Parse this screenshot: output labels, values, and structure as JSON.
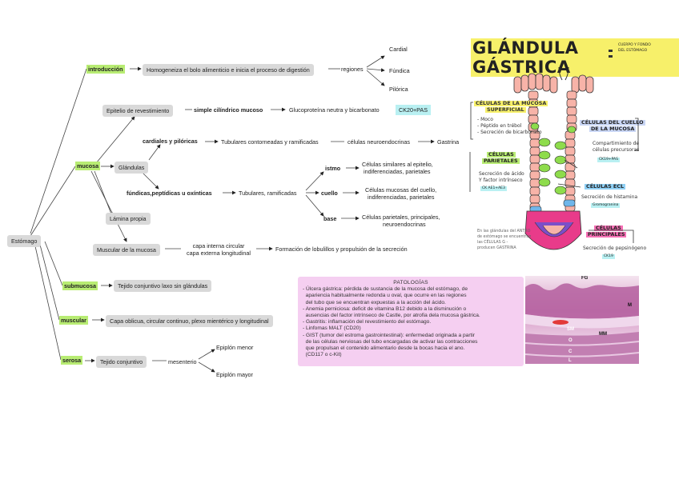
{
  "map": {
    "root": "Estómago",
    "introduccion": {
      "label": "introducción",
      "desc": "Homogeneiza el bolo alimenticio e inicia el proceso de digestión",
      "link": "regiones",
      "regions": [
        "Cardial",
        "Fúndica",
        "Pilórica"
      ]
    },
    "mucosa": {
      "label": "mucosa",
      "epitelio": "Epitelio de revestimiento",
      "epitelio_type": "simple cilíndrico mucoso",
      "glyco": "Glucoproteína neutra y bicarbonato",
      "ck_badge": "CK20+PAS",
      "glandulas": "Glándulas",
      "cardiales": "cardiales y pilóricas",
      "tubulares_contorneadas": "Tubulares contorneadas y ramificadas",
      "celulas_neuro": "células neuroendocrinas",
      "gastrina": "Gastrina",
      "fundicas": "fúndicas,peptídicas u oxínticas",
      "tubulares_ramificadas": "Tubulares, ramificadas",
      "istmo": "istmo",
      "istmo_desc": [
        "Células similares al epitelio,",
        "indiferenciadas, parietales"
      ],
      "cuello": "cuello",
      "cuello_desc": [
        "Células mucosas del cuello,",
        "indiferenciadas, parietales"
      ],
      "base": "base",
      "base_desc": [
        "Células parietales, principales,",
        "neuroendocrinas"
      ],
      "lamina": "Lámina propia",
      "muscular_mucosa": "Muscular de la mucosa",
      "capas": [
        "capa interna circular",
        "capa externa longitudinal"
      ],
      "lobulillos": "Formación de lobulillos y propulsión de la secreción"
    },
    "submucosa": {
      "label": "submucosa",
      "desc": "Tejido conjuntivo laxo sin glándulas"
    },
    "muscular": {
      "label": "muscular",
      "desc": "Capa oblicua, circular continuo, plexo mientérico y longitudinal"
    },
    "serosa": {
      "label": "serosa",
      "desc": "Tejido conjuntivo",
      "link": "mesenterio",
      "epiplones": [
        "Epiplón menor",
        "Epiplón mayor"
      ]
    }
  },
  "patologias": {
    "title": "PATOLOGÍAS",
    "lines": [
      "- Úlcera gástrica: pérdida de sustancia de la mucosa del estómago, de",
      "  apariencia habitualmente redonda u oval, que ocurre en las regiones",
      "  del tubo que se encuentran expuestas a la acción del ácido.",
      "- Anemia perniciosa: deficit de vitamina B12 debido a la disminución o",
      "  ausencias del factor intrínseco de Castle, por atrofia dela mucosa gástrica.",
      "- Gastritis: inflamación del revestimiento del estómago.",
      "- Linfomas MALT (CD20)",
      "- GIST (tumor del estroma gastrointestinal): enfermedad originada a partir",
      "  de las células nerviosas del tubo encargadas de activar las contracciones",
      "  que propulsan el contenido alimentario desde la bocas hacia el ano.",
      "  (CD117 o c-Kit)"
    ]
  },
  "glandula": {
    "title": "GLÁNDULA GÁSTRICA",
    "subtitle": [
      "CUERPO Y FONDO",
      "DEL ESTÓMAGO"
    ],
    "superficial": {
      "title": [
        "CÉLULAS DE LA MUCOSA",
        "SUPERFICIAL"
      ],
      "items": [
        "- Moco",
        "- Péptido en trébol",
        "- Secreción de bicarbonato"
      ]
    },
    "parietales": {
      "title": [
        "CÉLULAS",
        "PARIETALES"
      ],
      "items": [
        "Secreción de ácido",
        "Y factor intrínseco"
      ],
      "badge": "CK AE1+AE3"
    },
    "cuello": {
      "title": [
        "CÉLULAS DEL CUELLO",
        "DE LA MUCOSA"
      ],
      "items": [
        "Compartimiento de",
        "células precursoras"
      ],
      "badge": "CK19+PAS"
    },
    "ecl": {
      "title": "CÉLULAS ECL",
      "items": [
        "Secreción de histamina"
      ],
      "badge": "Gromogranina"
    },
    "principales": {
      "title": [
        "CÉLULAS",
        "PRINCIPALES"
      ],
      "items": [
        "Secreción de pepsinógeno"
      ],
      "badge": "CK19"
    },
    "note": [
      "En las glándulas del ANTRO",
      "de estómago se encuentran",
      "las CÉLULAS G -",
      "producen GASTRINA"
    ]
  },
  "histology": {
    "labels": [
      "FG",
      "M",
      "SM",
      "MM",
      "O",
      "C",
      "L"
    ]
  }
}
